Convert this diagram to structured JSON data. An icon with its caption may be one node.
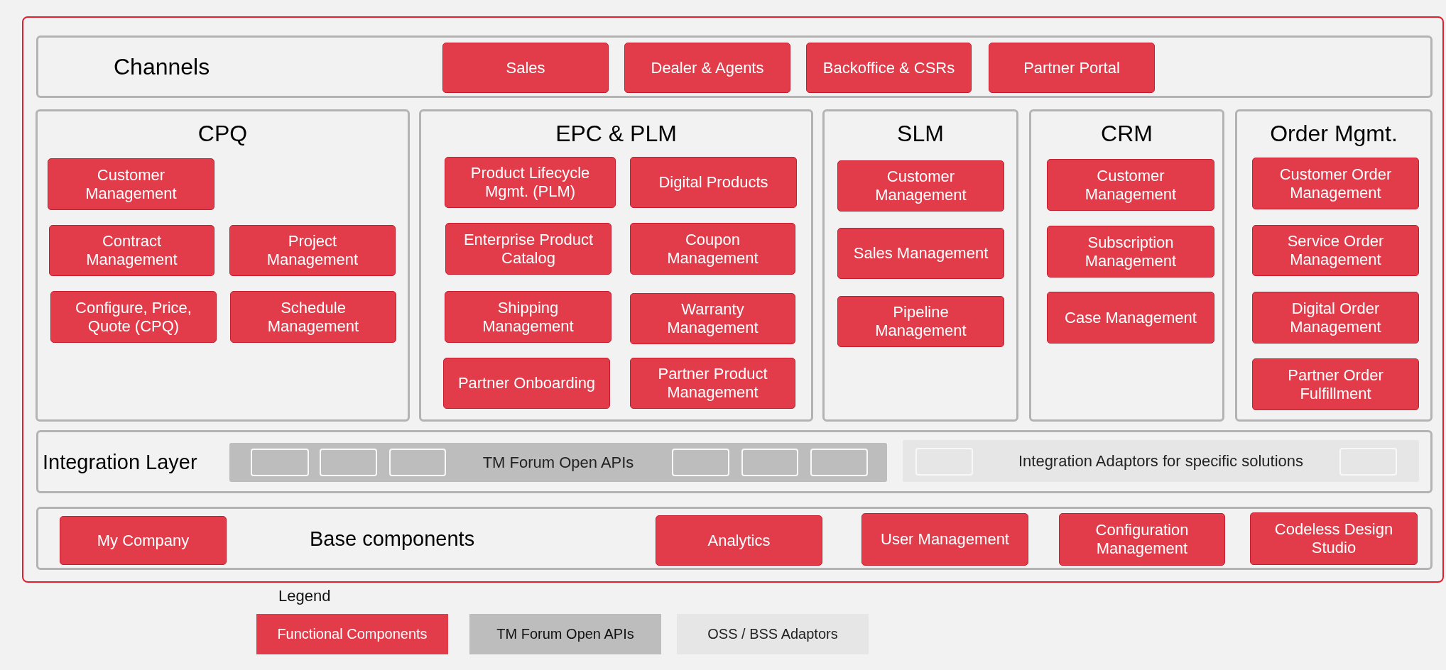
{
  "diagram": {
    "nodes": [
      {
        "text": [],
        "shape": "box"
      },
      {
        "text": [
          "Channels"
        ],
        "in": 0
      },
      {
        "text": [
          "Sales"
        ],
        "in": 1
      },
      {
        "text": [
          "Dealer & Agents"
        ],
        "in": 1
      },
      {
        "text": [
          "Backoffice & CSRs"
        ],
        "in": 1
      },
      {
        "text": [
          "Partner Portal"
        ],
        "in": 1
      },
      {
        "text": [
          "CPQ"
        ],
        "in": 0
      },
      {
        "text": [
          "Customer Management"
        ],
        "in": 6
      },
      {
        "text": [
          "Contract Management"
        ],
        "in": 6
      },
      {
        "text": [
          "Project Management"
        ],
        "in": 6
      },
      {
        "text": [
          "Configure, Price, Quote (CPQ)"
        ],
        "in": 6
      },
      {
        "text": [
          "Schedule Management"
        ],
        "in": 6
      },
      {
        "text": [
          "EPC & PLM"
        ],
        "in": 0
      },
      {
        "text": [
          "Product Lifecycle Mgmt. (PLM)"
        ],
        "in": 12
      },
      {
        "text": [
          "Digital Products"
        ],
        "in": 12
      },
      {
        "text": [
          "Enterprise Product Catalog"
        ],
        "in": 12
      },
      {
        "text": [
          "Coupon Management"
        ],
        "in": 12
      },
      {
        "text": [
          "Shipping Management"
        ],
        "in": 12
      },
      {
        "text": [
          "Warranty Management"
        ],
        "in": 12
      },
      {
        "text": [
          "Partner Onboarding"
        ],
        "in": 12
      },
      {
        "text": [
          "Partner Product Management"
        ],
        "in": 12
      },
      {
        "text": [
          "SLM"
        ],
        "in": 0
      },
      {
        "text": [
          "Customer Management"
        ],
        "in": 21
      },
      {
        "text": [
          "Sales Management"
        ],
        "in": 21
      },
      {
        "text": [
          "Pipeline Management"
        ],
        "in": 21
      },
      {
        "text": [
          "CRM"
        ],
        "in": 0
      },
      {
        "text": [
          "Customer Management"
        ],
        "in": 25
      },
      {
        "text": [
          "Subscription Management"
        ],
        "in": 25
      },
      {
        "text": [
          "Case Management"
        ],
        "in": 25
      },
      {
        "text": [
          "Order Mgmt."
        ],
        "in": 0
      },
      {
        "text": [
          "Customer Order Management"
        ],
        "in": 29
      },
      {
        "text": [
          "Service Order Management"
        ],
        "in": 29
      },
      {
        "text": [
          "Digital Order Management"
        ],
        "in": 29
      },
      {
        "text": [
          "Partner Order Fulfillment"
        ],
        "in": 29
      },
      {
        "text": [
          "Integration Layer"
        ],
        "in": 0
      },
      {
        "text": [
          "TM Forum Open APIs"
        ],
        "in": 34
      },
      {
        "text": [],
        "shape": "box",
        "in": 35
      },
      {
        "text": [],
        "shape": "box",
        "in": 35
      },
      {
        "text": [],
        "shape": "box",
        "in": 35
      },
      {
        "text": [],
        "shape": "box",
        "in": 35
      },
      {
        "text": [],
        "shape": "box",
        "in": 35
      },
      {
        "text": [],
        "shape": "box",
        "in": 35
      },
      {
        "text": [
          "Integration Adaptors for specific solutions"
        ],
        "in": 34
      },
      {
        "text": [],
        "shape": "box",
        "in": 42
      },
      {
        "text": [],
        "shape": "box",
        "in": 42
      },
      {
        "text": [
          "Base components"
        ],
        "in": 0
      },
      {
        "text": [
          "My Company"
        ],
        "in": 45
      },
      {
        "text": [
          "Analytics"
        ],
        "in": 45
      },
      {
        "text": [
          "User Management"
        ],
        "in": 45
      },
      {
        "text": [
          "Configuration Management"
        ],
        "in": 45
      },
      {
        "text": [
          "Codeless Design Studio"
        ],
        "in": 45
      }
    ],
    "edges": [],
    "labels": [
      "Legend"
    ],
    "legend": [
      {
        "text": "Functional Components",
        "color": "#e23b4a"
      },
      {
        "text": "TM Forum Open APIs",
        "color": "#bdbdbd"
      },
      {
        "text": "OSS / BSS Adaptors",
        "color": "#e6e6e6"
      }
    ]
  }
}
